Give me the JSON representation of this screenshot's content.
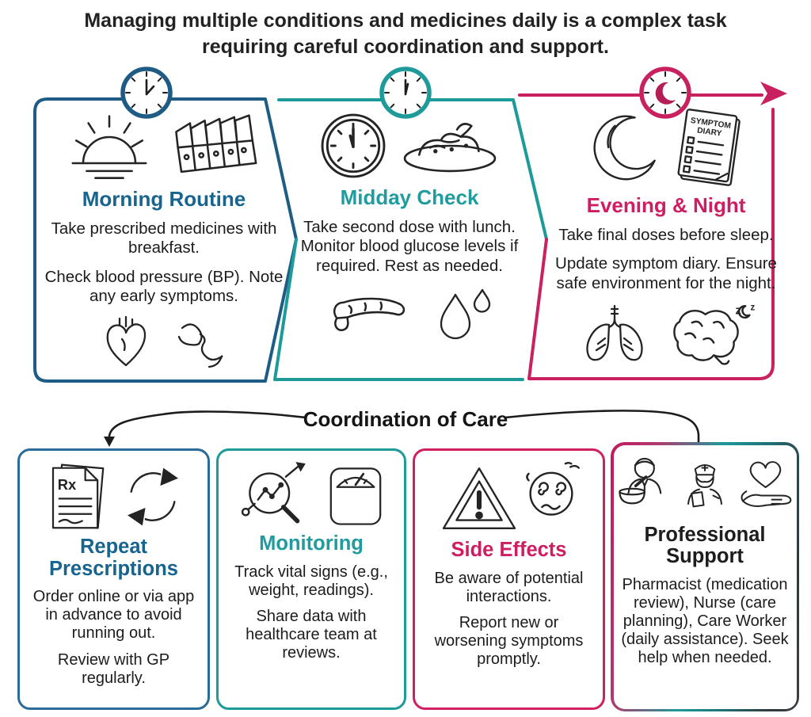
{
  "header": {
    "line1": "Managing multiple conditions and medicines daily is a complex task",
    "line2": "requiring careful coordination and support."
  },
  "colors": {
    "blue": "#1e5c85",
    "teal": "#1d9a9a",
    "pink": "#c9215f",
    "ink": "#1d1d1d"
  },
  "timeline_panels": [
    {
      "title": "Morning Routine",
      "paragraphs": [
        "Take prescribed medicines with breakfast.",
        "Check blood pressure (BP). Note any early symptoms."
      ]
    },
    {
      "title": "Midday Check",
      "paragraphs": [
        "Take second dose with lunch. Monitor blood glucose levels if required. Rest as needed."
      ]
    },
    {
      "title": "Evening & Night",
      "paragraphs": [
        "Take final doses before sleep.",
        "Update symptom diary. Ensure safe environment for the night."
      ]
    }
  ],
  "coordination": {
    "label": "Coordination of Care"
  },
  "care_cards": [
    {
      "title": "Repeat Prescriptions",
      "paragraphs": [
        "Order online or via app in advance to avoid running out.",
        "Review with GP regularly."
      ]
    },
    {
      "title": "Monitoring",
      "paragraphs": [
        "Track vital signs (e.g., weight, readings).",
        "Share data with healthcare team at reviews."
      ]
    },
    {
      "title": "Side Effects",
      "paragraphs": [
        "Be aware of potential interactions.",
        "Report new or worsening symptoms promptly."
      ]
    },
    {
      "title": "Professional Support",
      "paragraphs": [
        "Pharmacist (medication review), Nurse (care planning), Care Worker (daily assistance). Seek help when needed."
      ]
    }
  ],
  "icon_labels": {
    "rx": "Rx",
    "diary_line1": "SYMPTOM",
    "diary_line2": "DIARY",
    "sleep_z_big": "z",
    "sleep_z_small": "z"
  }
}
